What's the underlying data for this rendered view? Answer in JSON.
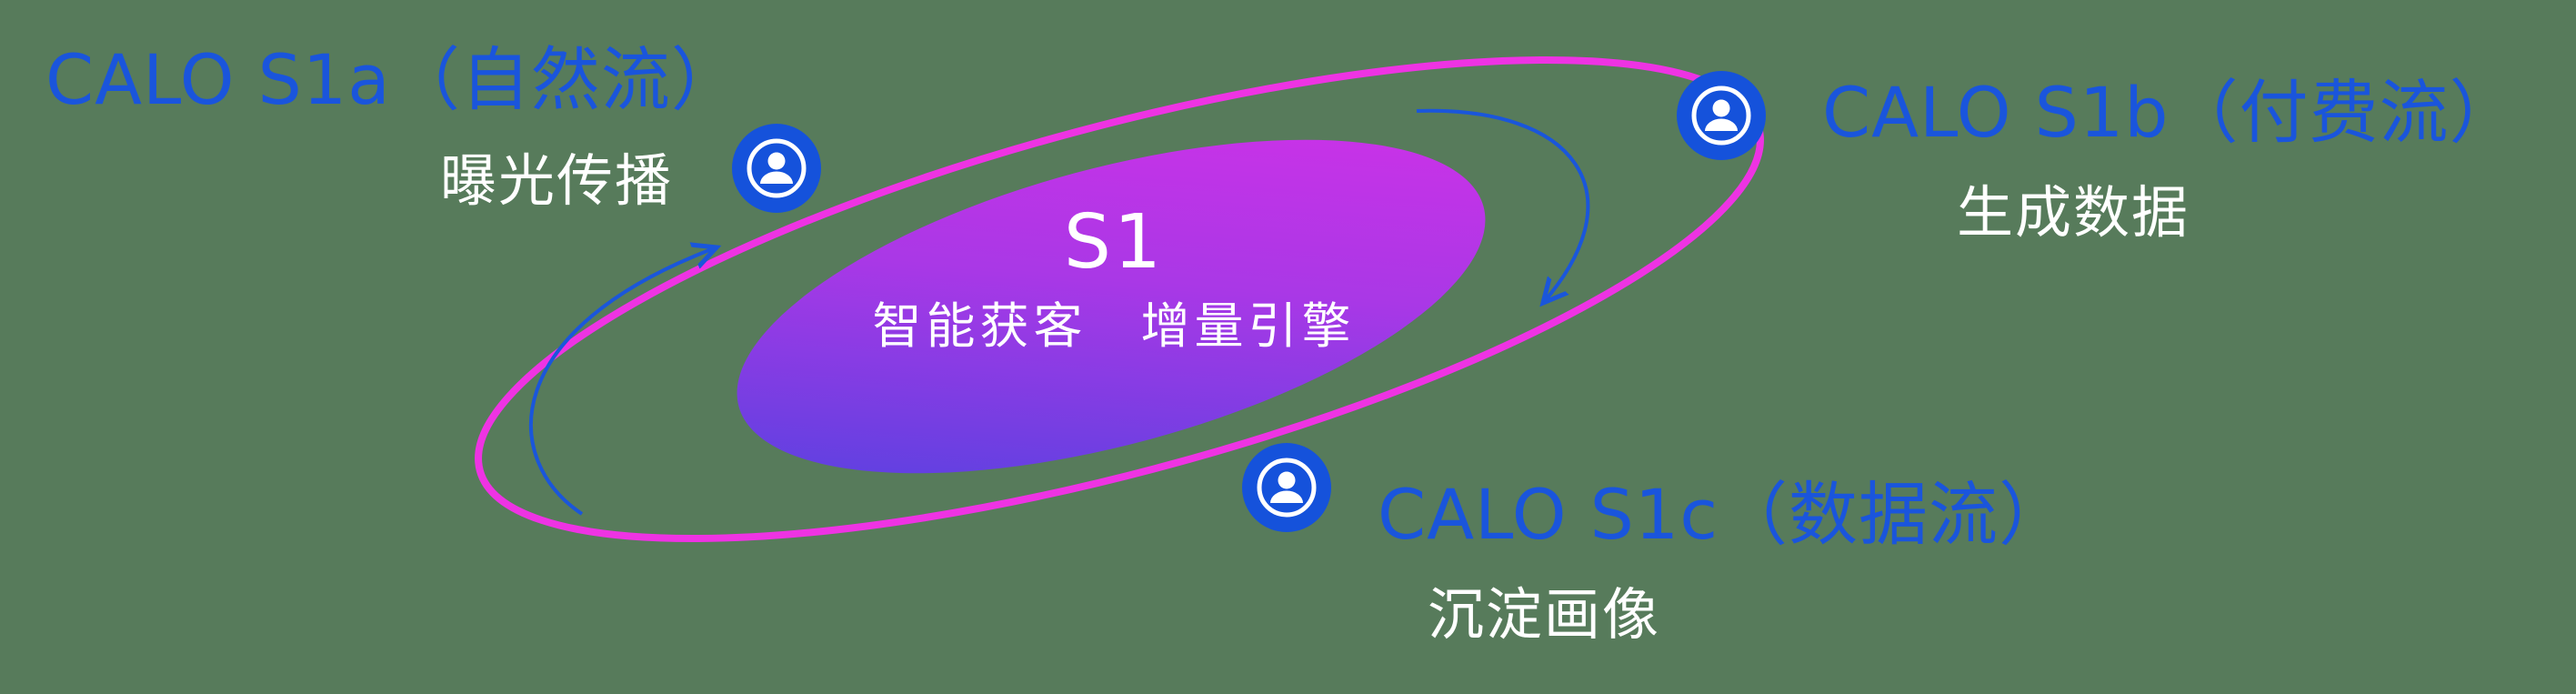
{
  "background_color": "#577b5b",
  "colors": {
    "label_blue": "#1a55dc",
    "node_blue": "#1552db",
    "orbit_magenta": "#ee33e3",
    "core_gradient_start": "#4a43df",
    "core_gradient_mid": "#a938e6",
    "core_gradient_end": "#d530e8",
    "arrow_blue": "#1a56db",
    "white": "#ffffff"
  },
  "center": {
    "title": "S1",
    "subtitle": "智能获客　增量引擎"
  },
  "nodes": [
    {
      "id": "calo-s1a",
      "icon": "user-icon",
      "label": "CALO S1a（自然流）",
      "sublabel": "曝光传播"
    },
    {
      "id": "calo-s1b",
      "icon": "user-icon",
      "label": "CALO S1b（付费流）",
      "sublabel": "生成数据"
    },
    {
      "id": "calo-s1c",
      "icon": "user-icon",
      "label": "CALO S1c（数据流）",
      "sublabel": "沉淀画像"
    }
  ]
}
